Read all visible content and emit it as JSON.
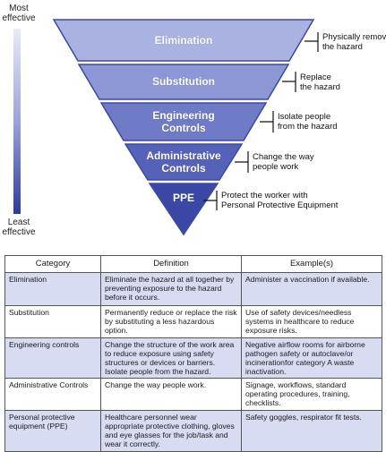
{
  "scale": {
    "top_label": "Most effective",
    "bottom_label": "Least effective"
  },
  "tiers": [
    {
      "label": "Elimination",
      "annotation_line1": "Physically remove",
      "annotation_line2": "the hazard",
      "fill": "#aab2e2"
    },
    {
      "label": "Substitution",
      "annotation_line1": "Replace",
      "annotation_line2": "the hazard",
      "fill": "#8d97d6"
    },
    {
      "label_line1": "Engineering",
      "label_line2": "Controls",
      "annotation_line1": "Isolate people",
      "annotation_line2": "from the hazard",
      "fill": "#6f7bc6"
    },
    {
      "label_line1": "Administrative",
      "label_line2": "Controls",
      "annotation_line1": "Change the way",
      "annotation_line2": "people work",
      "fill": "#5562b7"
    },
    {
      "label": "PPE",
      "annotation_line1": "Protect the worker with",
      "annotation_line2": "Personal Protective Equipment",
      "fill": "#3a47a5"
    }
  ],
  "table": {
    "headers": [
      "Category",
      "Definition",
      "Example(s)"
    ],
    "rows": [
      [
        "Elimination",
        "Eliminate the hazard at all together by preventing exposure to the hazard before it occurs.",
        "Administer a vaccination if available."
      ],
      [
        "Substitution",
        "Permanently reduce or replace the risk by substituting a less hazardous option.",
        "Use of safety devices/needless systems in healthcare to reduce exposure risks."
      ],
      [
        "Engineering controls",
        "Change the structure of the work area to reduce exposure using safety structures or devices or barriers. Isolate people from the hazard.",
        "Negative airflow rooms for airborne pathogen safety or autoclave/or incinerationfor category A waste inactivation."
      ],
      [
        "Administrative Controls",
        "Change the way people work.",
        "Signage, workflows, standard operating procedures, training, checklists."
      ],
      [
        "Personal protective equipment (PPE)",
        "Healthcare personnel wear appropriate protective clothing, gloves and eye glasses for the job/task and wear it correctly.",
        "Safety goggles, respirator fit tests."
      ]
    ]
  }
}
